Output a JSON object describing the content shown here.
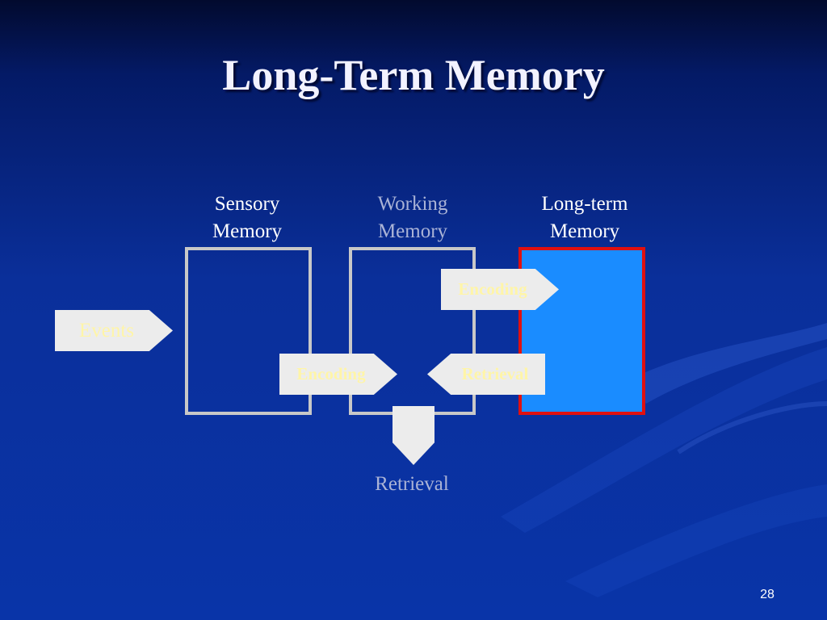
{
  "slide": {
    "title": "Long-Term Memory",
    "page_number": "28"
  },
  "columns": {
    "sensory": "Sensory\nMemory",
    "working": "Working\nMemory",
    "longterm": "Long-term\nMemory"
  },
  "arrows": {
    "events": "Events",
    "encoding_to_working": "Encoding",
    "encoding_to_longterm": "Encoding",
    "retrieval_from_longterm": "Retrieval"
  },
  "output_label": "Retrieval",
  "colors": {
    "background": "#0934a8",
    "box_border": "#c8c8c8",
    "ltm_fill": "#1a8cff",
    "ltm_border": "#e01010",
    "arrow_fill": "#ececec",
    "arrow_text": "#fff5a8"
  }
}
